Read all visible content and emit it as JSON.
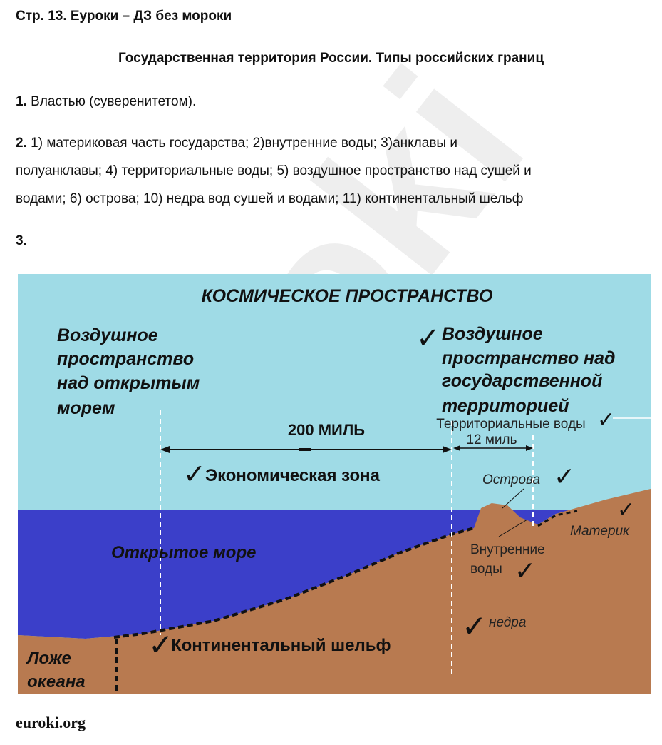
{
  "header": "Стр. 13. Еуроки – ДЗ без мороки",
  "title": "Государственная территория России. Типы российских границ",
  "answers": [
    {
      "num": "1.",
      "lines": [
        "Властью (суверенитетом)."
      ]
    },
    {
      "num": "2.",
      "lines": [
        "1) материковая часть государства; 2)внутренние воды; 3)анклавы и",
        "полуанклавы; 4) территориальные воды; 5) воздушное пространство над сушей и",
        "водами; 6) острова; 10) недра вод сушей и водами; 11) континентальный шельф"
      ]
    },
    {
      "num": "3.",
      "lines": []
    }
  ],
  "diagram": {
    "space": "КОСМИЧЕСКОЕ ПРОСТРАНСТВО",
    "air_open_sea": [
      "Воздушное",
      "пространство",
      "над открытым",
      "морем"
    ],
    "air_state": [
      "Воздушное",
      "пространство над",
      "государственной",
      "территорией"
    ],
    "miles_200": "200 МИЛЬ",
    "territorial_waters": "Территориальные воды",
    "miles_12": "12 миль",
    "economic_zone": "Экономическая зона",
    "islands": "Острова",
    "mainland": "Материк",
    "open_sea": "Открытое море",
    "internal_waters": [
      "Внутренние",
      "воды"
    ],
    "subsoil": "недра",
    "shelf": "Континентальный шельф",
    "ocean_floor": [
      "Ложе",
      "океана"
    ],
    "checkmark": "✓"
  },
  "footer": "euroki.org",
  "watermark": "euroki",
  "colors": {
    "sky": "#9fdbe6",
    "sea": "#3b3fc9",
    "land": "#b87a50",
    "watermark": "#d9d9d9"
  }
}
